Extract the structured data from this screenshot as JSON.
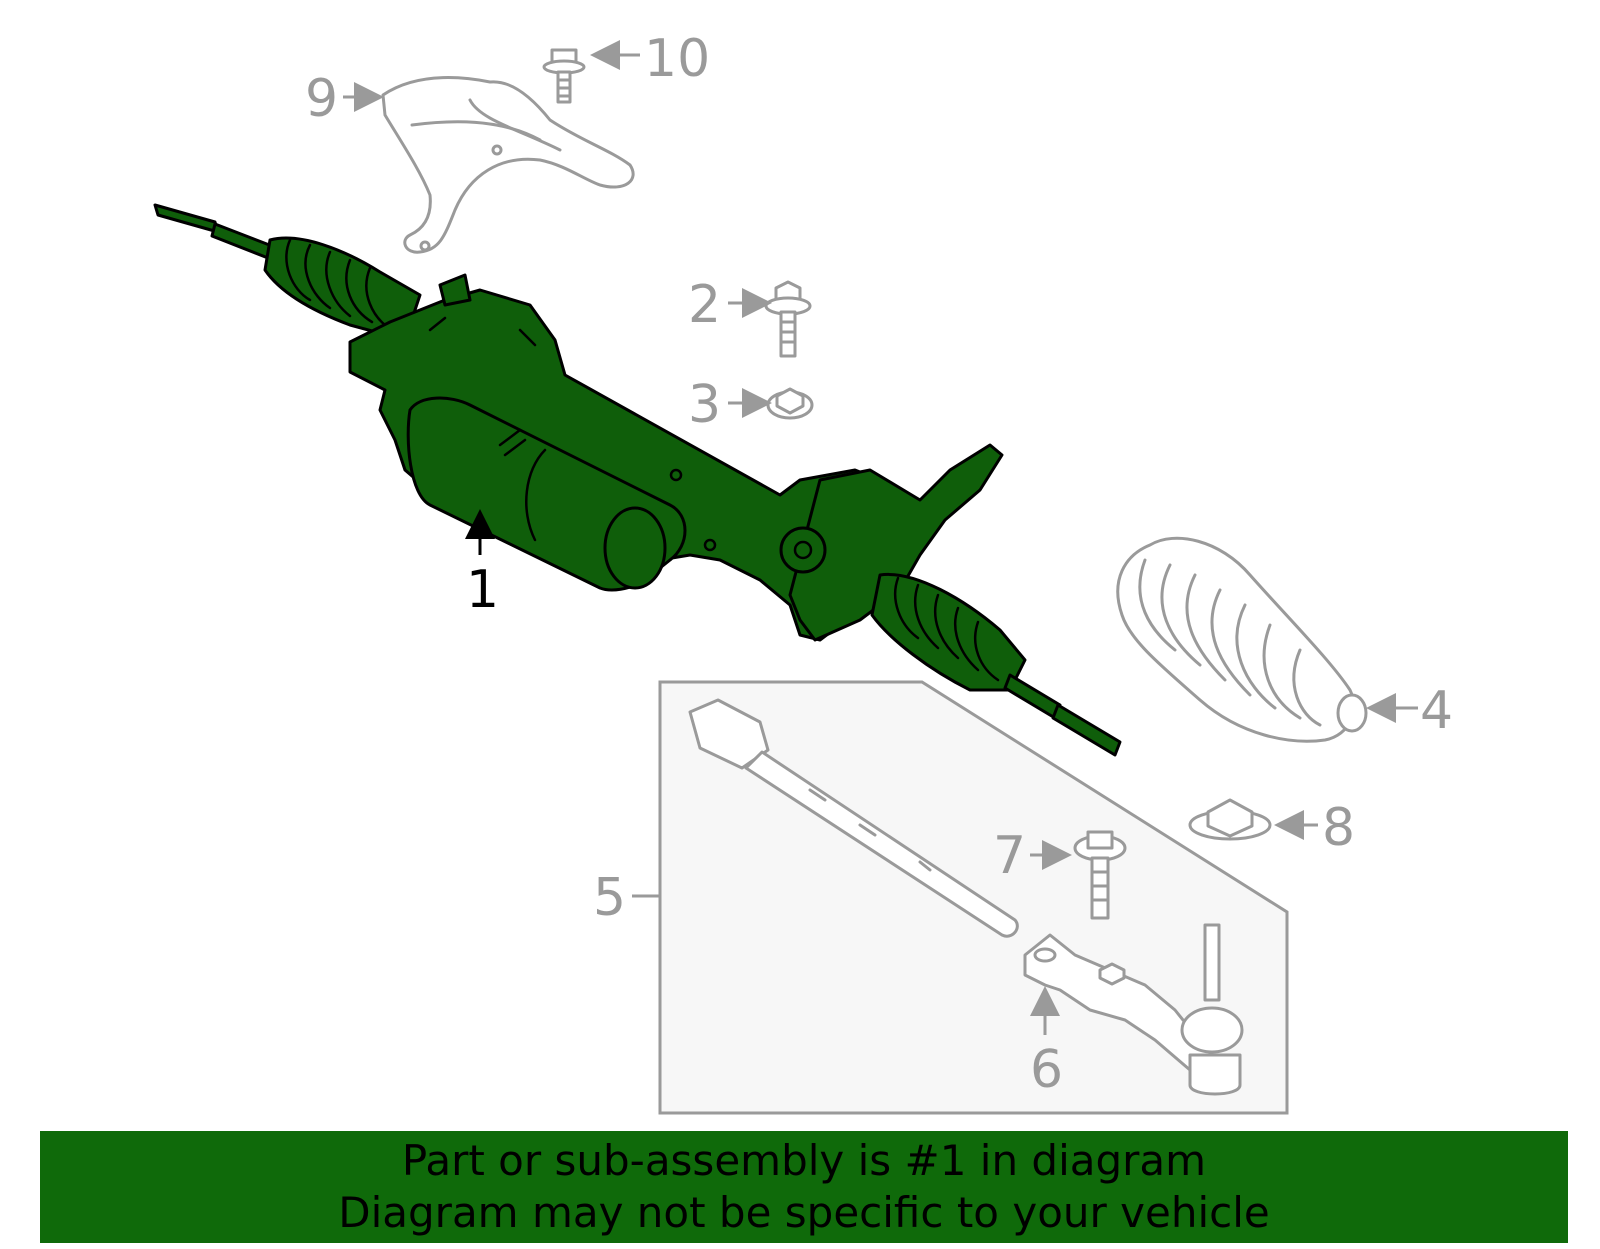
{
  "callouts": {
    "c1": "1",
    "c2": "2",
    "c3": "3",
    "c4": "4",
    "c5": "5",
    "c6": "6",
    "c7": "7",
    "c8": "8",
    "c9": "9",
    "c10": "10"
  },
  "banner": {
    "line1": "Part or sub-assembly is #1 in diagram",
    "line2": "Diagram may not be specific to your vehicle"
  },
  "colors": {
    "highlight": "#0f5e0a",
    "banner": "#0f6a0a",
    "inactive": "#9a9a9a"
  }
}
